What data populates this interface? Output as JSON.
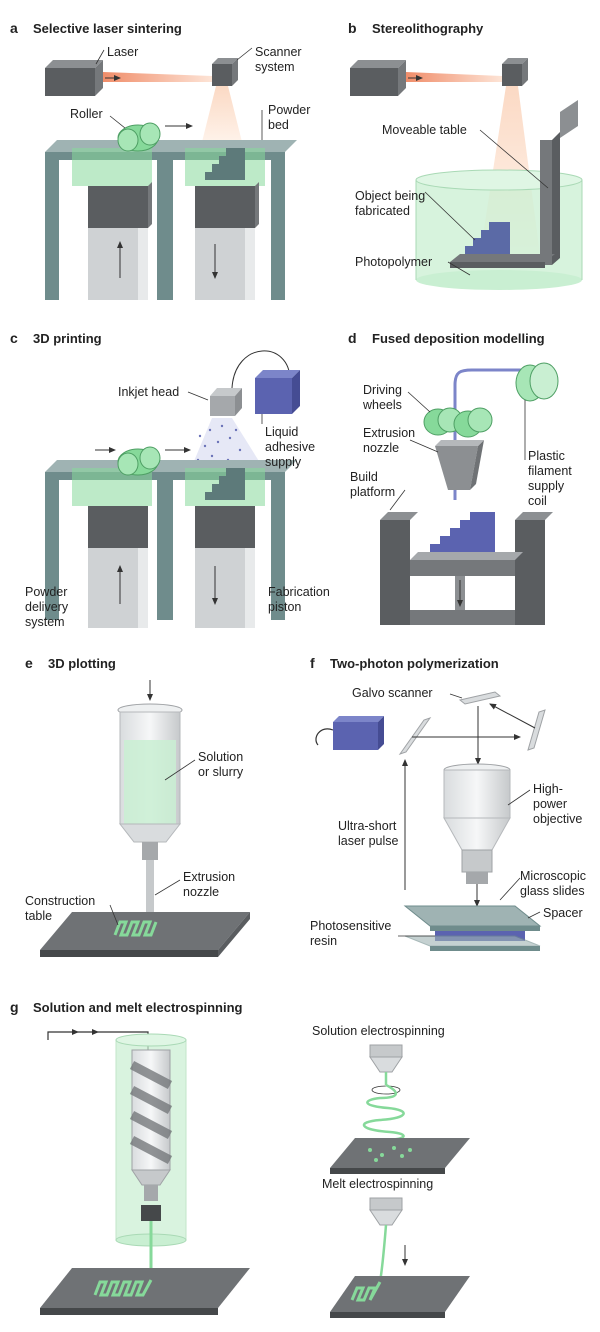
{
  "panels": {
    "a": {
      "letter": "a",
      "title": "Selective laser sintering",
      "labels": {
        "laser": "Laser",
        "scanner1": "Scanner",
        "scanner2": "system",
        "roller": "Roller",
        "powder1": "Powder",
        "powder2": "bed"
      }
    },
    "b": {
      "letter": "b",
      "title": "Stereolithography",
      "labels": {
        "table": "Moveable table",
        "object1": "Object being",
        "object2": "fabricated",
        "photopolymer": "Photopolymer"
      }
    },
    "c": {
      "letter": "c",
      "title": "3D printing",
      "labels": {
        "inkjet": "Inkjet head",
        "liquid1": "Liquid",
        "liquid2": "adhesive",
        "liquid3": "supply",
        "powder1": "Powder",
        "powder2": "delivery",
        "powder3": "system",
        "piston1": "Fabrication",
        "piston2": "piston"
      }
    },
    "d": {
      "letter": "d",
      "title": "Fused deposition modelling",
      "labels": {
        "wheels1": "Driving",
        "wheels2": "wheels",
        "nozzle1": "Extrusion",
        "nozzle2": "nozzle",
        "build1": "Build",
        "build2": "platform",
        "plastic1": "Plastic",
        "plastic2": "filament",
        "plastic3": "supply",
        "plastic4": "coil"
      }
    },
    "e": {
      "letter": "e",
      "title": "3D plotting",
      "labels": {
        "solution1": "Solution",
        "solution2": "or slurry",
        "nozzle1": "Extrusion",
        "nozzle2": "nozzle",
        "table1": "Construction",
        "table2": "table"
      }
    },
    "f": {
      "letter": "f",
      "title": "Two-photon polymerization",
      "labels": {
        "galvo": "Galvo scanner",
        "laser1": "Ultra-short",
        "laser2": "laser pulse",
        "objective1": "High-",
        "objective2": "power",
        "objective3": "objective",
        "slides1": "Microscopic",
        "slides2": "glass slides",
        "spacer": "Spacer",
        "resin1": "Photosensitive",
        "resin2": "resin"
      }
    },
    "g": {
      "letter": "g",
      "title": "Solution and melt electrospinning",
      "labels": {
        "solution": "Solution electrospinning",
        "melt": "Melt electrospinning"
      }
    }
  },
  "colors": {
    "dark_gray": "#5a5d60",
    "mid_gray": "#8c8f92",
    "light_gray": "#cfd2d4",
    "bed_teal": "#6f8c8c",
    "green": "#86d99a",
    "light_green": "#c9efd2",
    "blue": "#5b63b0",
    "laser": "#f3a07a"
  }
}
